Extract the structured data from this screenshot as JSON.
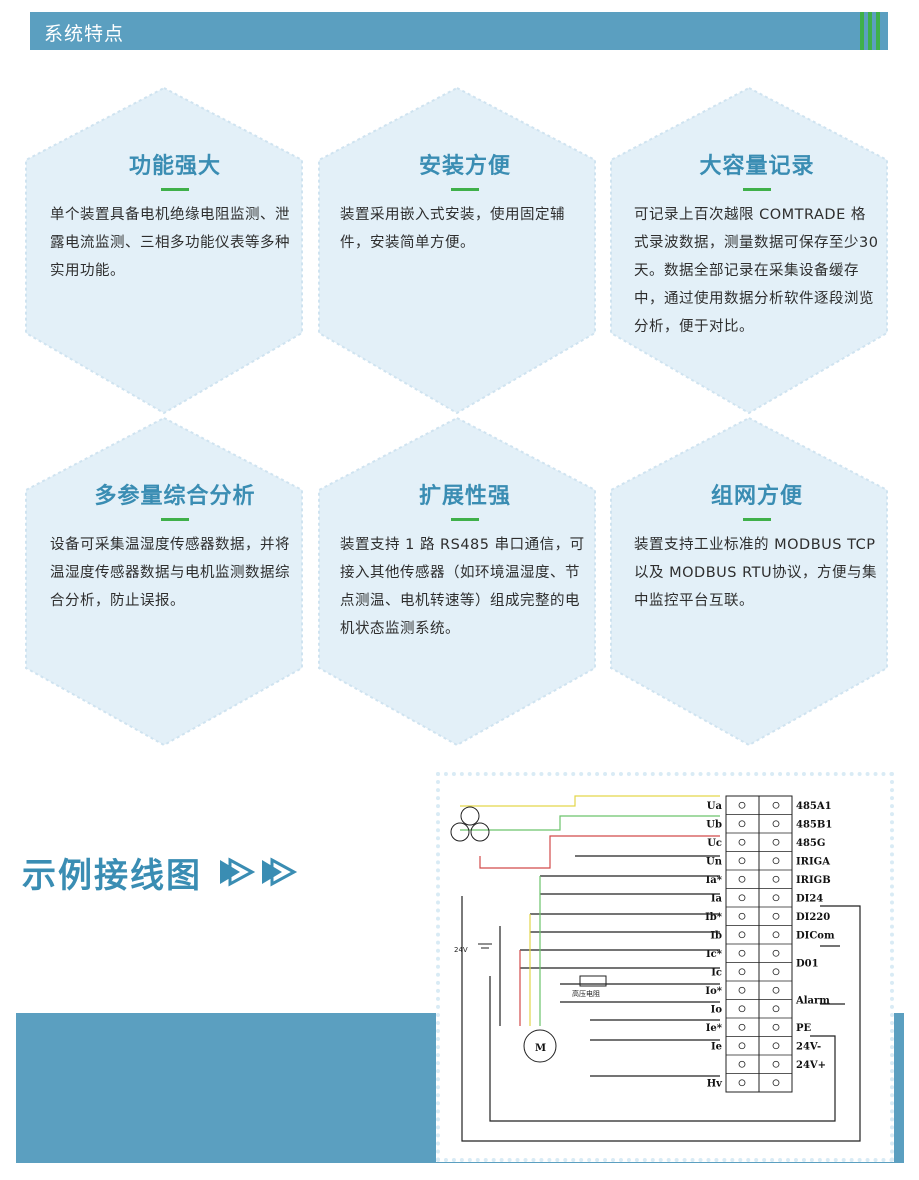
{
  "header": {
    "title": "系统特点"
  },
  "colors": {
    "accent_blue": "#5b9fc0",
    "title_blue": "#3a8db3",
    "accent_green": "#3fb04a",
    "hex_fill": "#e3f0f8"
  },
  "features": [
    {
      "title": "功能强大",
      "body": "单个装置具备电机绝缘电阻监测、泄露电流监测、三相多功能仪表等多种实用功能。"
    },
    {
      "title": "安装方便",
      "body": "装置采用嵌入式安装，使用固定辅件，安装简单方便。"
    },
    {
      "title": "大容量记录",
      "body": "可记录上百次越限 COMTRADE 格式录波数据，测量数据可保存至少30天。数据全部记录在采集设备缓存中，通过使用数据分析软件逐段浏览分析，便于对比。"
    },
    {
      "title": "多参量综合分析",
      "body": "设备可采集温湿度传感器数据，并将温湿度传感器数据与电机监测数据综合分析，防止误报。"
    },
    {
      "title": "扩展性强",
      "body": "装置支持 1 路 RS485 串口通信，可接入其他传感器（如环境温湿度、节点测温、电机转速等）组成完整的电机状态监测系统。"
    },
    {
      "title": "组网方便",
      "body": "装置支持工业标准的 MODBUS TCP 以及 MODBUS RTU协议，方便与集中监控平台互联。"
    }
  ],
  "example": {
    "title": "示例接线图"
  },
  "diagram": {
    "left_terminals": [
      "Ua",
      "Ub",
      "Uc",
      "Un",
      "Ia*",
      "Ia",
      "Ib*",
      "Ib",
      "Ic*",
      "Ic",
      "Io*",
      "Io",
      "Ie*",
      "Ie",
      "",
      "Hv"
    ],
    "right_terminals": [
      "485A1",
      "485B1",
      "485G",
      "IRIGA",
      "IRIGB",
      "DI24",
      "DI220",
      "DICom",
      "D01",
      "Alarm",
      "PE",
      "24V-",
      "24V+"
    ],
    "motor_label": "M",
    "resistor_label": "高压电阻",
    "supply_label": "24V"
  }
}
